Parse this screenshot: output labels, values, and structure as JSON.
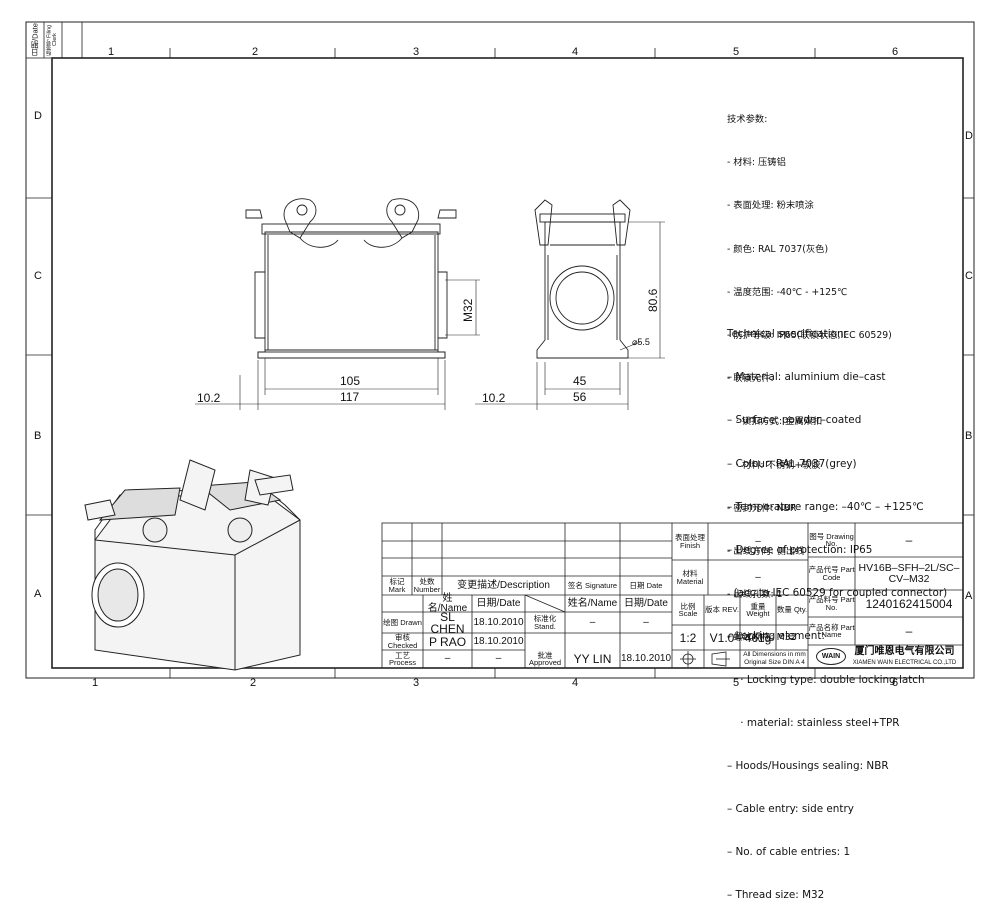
{
  "corner_tab": {
    "date": "日期/Date",
    "filing": "标签号 Filing Clerk"
  },
  "zones_top": [
    "1",
    "2",
    "3",
    "4",
    "5",
    "6"
  ],
  "zones_bottom": [
    "1",
    "2",
    "3",
    "4",
    "5",
    "6"
  ],
  "zones_side": [
    "D",
    "C",
    "B",
    "A"
  ],
  "dimensions": {
    "w105": "105",
    "w117": "117",
    "left_offset": "10.2",
    "m32": "M32",
    "w45": "45",
    "w56": "56",
    "side_offset": "10.2",
    "h80": "80.6",
    "hole": "⌀5.5"
  },
  "spec_cn": [
    "技术参数:",
    "- 材料: 压铸铝",
    "- 表面处理: 粉末喷涂",
    "- 颜色: RAL 7037(灰色)",
    "- 温度范围: -40℃ - +125℃",
    "- 防护等级: IP65(联锁状态,IEC 60529)",
    "- 联锁元件:",
    "   · 锁扣方式: 金属双扣",
    "   · 材料: 不锈钢+软胶",
    "- 密封元件: NBR",
    "- 出线方向: 侧出线",
    "- 出线孔数: 1",
    "- 螺纹规格: M32"
  ],
  "spec_en": [
    "Technical specification:",
    "– Material: aluminium die–cast",
    "– Surface: powder–coated",
    "– Colour: RAL 7037(grey)",
    "– Temperature range: –40℃ – +125℃",
    "– Degree of protection: IP65",
    "  (acc.to IEC 60529 for coupled connector)",
    "– Locking element:",
    "    · Locking type: double locking latch",
    "    · material: stainless steel+TPR",
    "– Hoods/Housings sealing: NBR",
    "– Cable entry: side entry",
    "– No. of cable entries: 1",
    "– Thread size: M32"
  ],
  "title_block": {
    "mark": "标记 Mark",
    "number": "处数 Number",
    "desc": "变更描述/Description",
    "sig": "签名 Signature",
    "date": "日期 Date",
    "name_h": "姓名/Name",
    "date_h": "日期/Date",
    "std": "标准化 Stand.",
    "name_h2": "姓名/Name",
    "date_h2": "日期/Date",
    "drawn": "绘图 Drawn",
    "drawn_name": "SL CHEN",
    "drawn_date": "18.10.2010",
    "std_val": "–",
    "std_name": "–",
    "std_date": "–",
    "checked": "审核 Checked",
    "checked_name": "P RAO",
    "checked_date": "18.10.2010",
    "process": "工艺 Process",
    "process_name": "–",
    "process_date": "–",
    "approved": "批准 Approved",
    "approved_name": "YY LIN",
    "approved_date": "18.10.2010",
    "finish": "表面处理 Finish",
    "finish_val": "–",
    "material": "材料 Material",
    "material_val": "–",
    "scale_h": "比例 Scale",
    "rev_h": "版本 REV.",
    "weight_h": "重量 Weight",
    "qty_h": "数量 Qty.",
    "scale": "1:2",
    "rev": "V1.0",
    "weight": "461g",
    "qty": "–",
    "dims_note1": "All Dimensions in mm",
    "dims_note2": "Original Size DIN A 4",
    "drawing_no_h": "图号 Drawing No.",
    "drawing_no": "–",
    "part_code_h": "产品代号 Part Code",
    "part_code": "HV16B–SFH–2L/SC–CV–M32",
    "part_no_h": "产品料号 Part No.",
    "part_no": "1240162415004",
    "part_name_h": "产品名称 Part Name",
    "part_name": "–",
    "logo": "WAIN",
    "company_cn": "厦门唯恩电气有限公司",
    "company_en": "XIAMEN WAIN ELECTRICAL CO.,LTD"
  }
}
